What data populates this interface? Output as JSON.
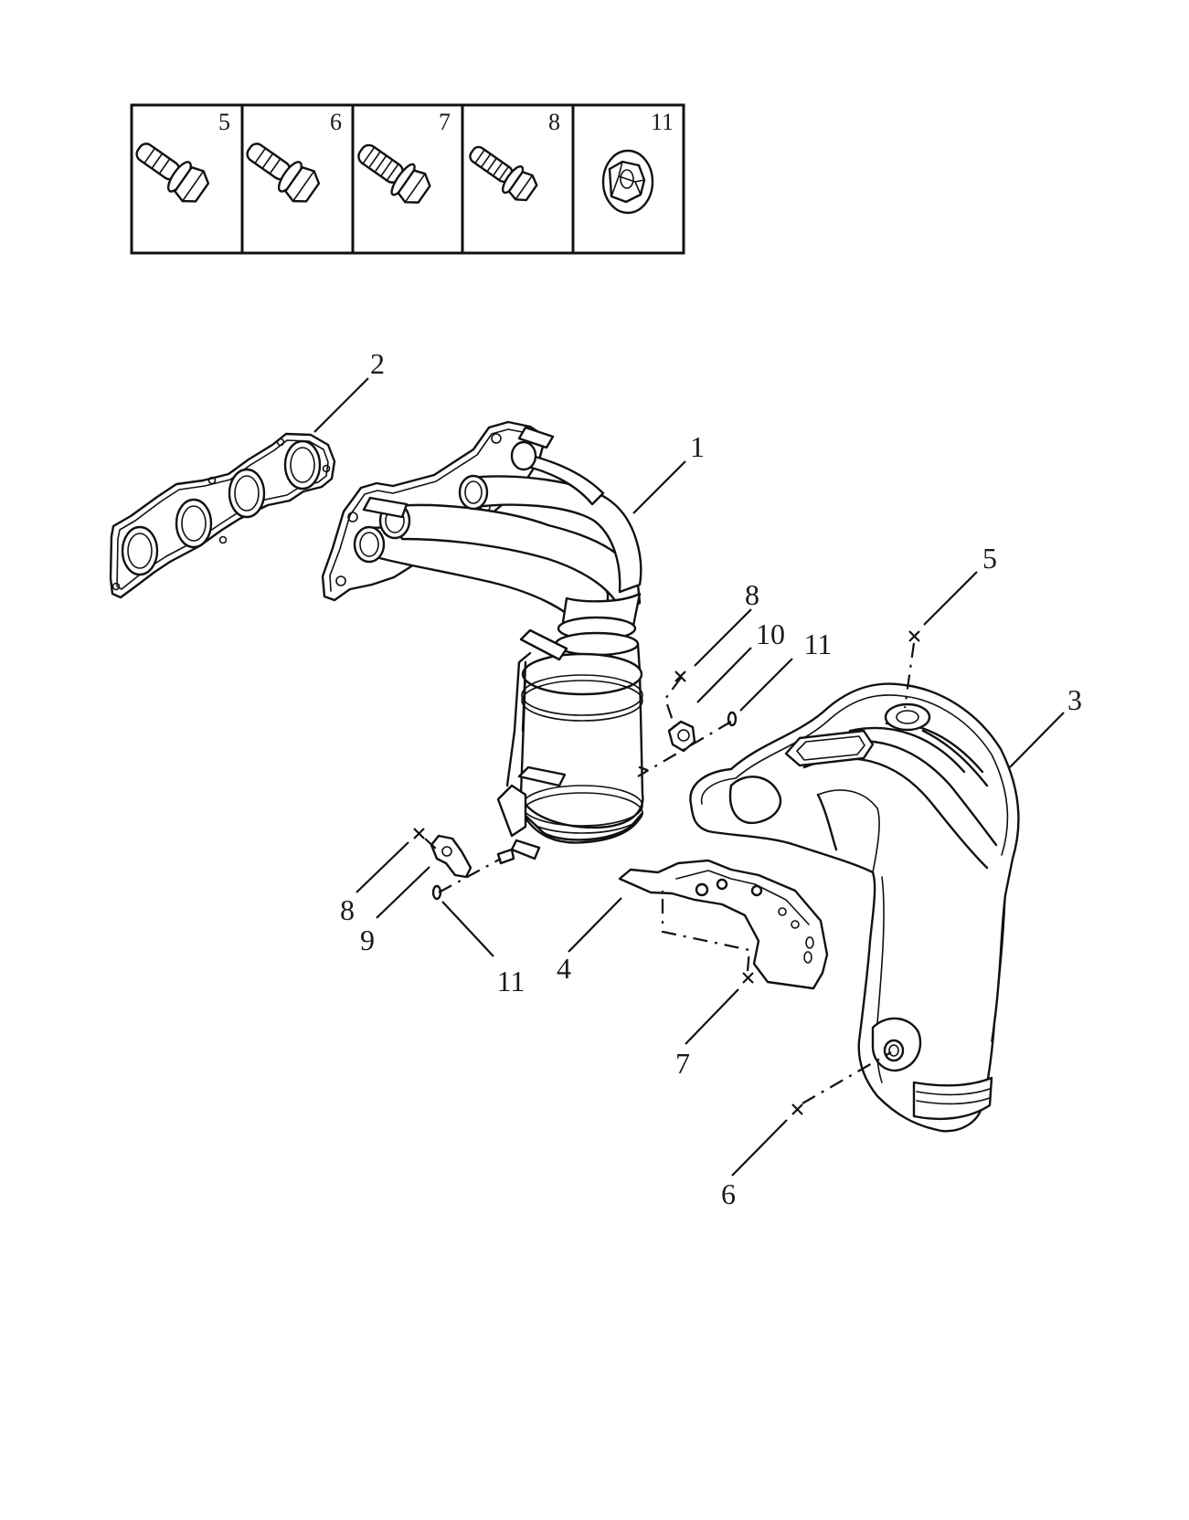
{
  "legend": {
    "cells": [
      {
        "number": "5",
        "icon": "flange-bolt-icon"
      },
      {
        "number": "6",
        "icon": "flange-bolt-icon"
      },
      {
        "number": "7",
        "icon": "flange-bolt-icon"
      },
      {
        "number": "8",
        "icon": "flange-bolt-icon"
      },
      {
        "number": "11",
        "icon": "flange-nut-icon"
      }
    ]
  },
  "callouts": {
    "c1": "1",
    "c2": "2",
    "c3": "3",
    "c4": "4",
    "c5": "5",
    "c6": "6",
    "c7": "7",
    "c8_upper": "8",
    "c8_lower": "8",
    "c9": "9",
    "c10": "10",
    "c11_upper": "11",
    "c11_lower": "11"
  }
}
